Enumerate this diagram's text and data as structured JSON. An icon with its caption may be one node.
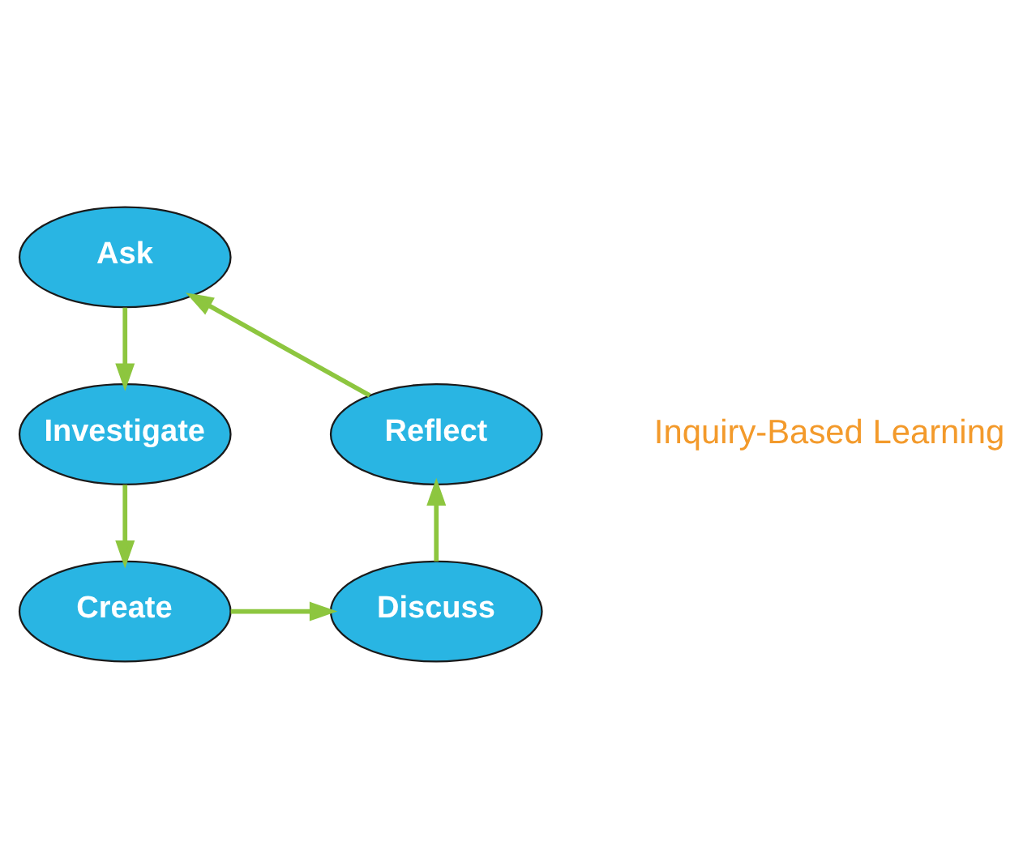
{
  "diagram": {
    "nodes": [
      {
        "text": [
          "Ask"
        ]
      },
      {
        "text": [
          "Investigate"
        ]
      },
      {
        "text": [
          "Create"
        ]
      },
      {
        "text": [
          "Discuss"
        ]
      },
      {
        "text": [
          "Reflect"
        ]
      }
    ],
    "edges": [
      {
        "from": 0,
        "to": 1,
        "arrow": "to"
      },
      {
        "from": 1,
        "to": 2,
        "arrow": "to"
      },
      {
        "from": 2,
        "to": 3,
        "arrow": "to"
      },
      {
        "from": 3,
        "to": 4,
        "arrow": "to"
      },
      {
        "from": 4,
        "to": 0,
        "arrow": "to"
      }
    ],
    "labels": [
      "Inquiry-Based Learning"
    ]
  }
}
